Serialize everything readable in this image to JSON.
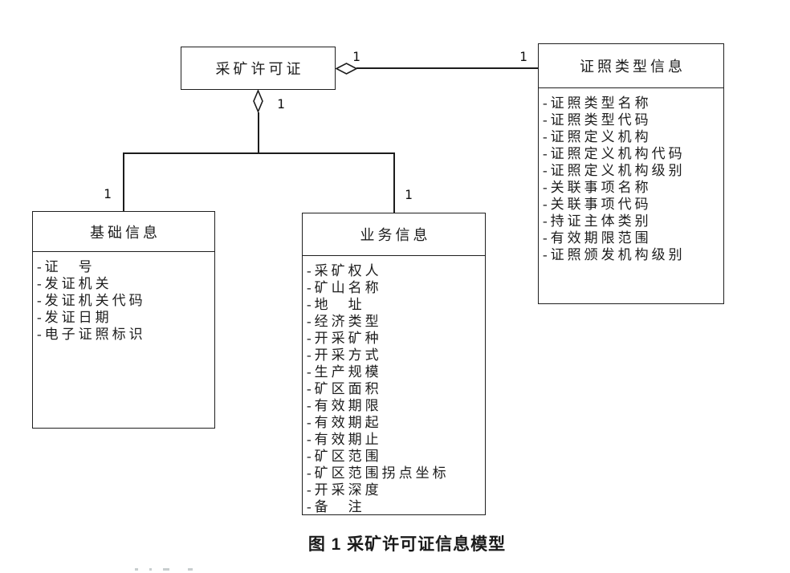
{
  "diagram": {
    "caption": "图 1 采矿许可证信息模型",
    "entities": [
      {
        "id": "license",
        "title": "采矿许可证",
        "attributes": []
      },
      {
        "id": "basic",
        "title": "基础信息",
        "attributes": [
          "-证　号",
          "-发证机关",
          "-发证机关代码",
          "-发证日期",
          "-电子证照标识"
        ]
      },
      {
        "id": "business",
        "title": "业务信息",
        "attributes": [
          "-采矿权人",
          "-矿山名称",
          "-地　址",
          "-经济类型",
          "-开采矿种",
          "-开采方式",
          "-生产规模",
          "-矿区面积",
          "-有效期限",
          "-有效期起",
          "-有效期止",
          "-矿区范围",
          "-矿区范围拐点坐标",
          "-开采深度",
          "-备　注"
        ]
      },
      {
        "id": "license_type",
        "title": "证照类型信息",
        "attributes": [
          "-证照类型名称",
          "-证照类型代码",
          "-证照定义机构",
          "-证照定义机构代码",
          "-证照定义机构级别",
          "-关联事项名称",
          "-关联事项代码",
          "-持证主体类别",
          "-有效期限范围",
          "-证照颁发机构级别"
        ]
      }
    ],
    "relationships": [
      {
        "type": "aggregation",
        "from": "采矿许可证",
        "to": "证照类型信息",
        "from_multiplicity": "1",
        "to_multiplicity": "1"
      },
      {
        "type": "aggregation",
        "from": "采矿许可证",
        "to": "基础信息",
        "from_multiplicity": "1",
        "to_multiplicity": "1"
      },
      {
        "type": "aggregation",
        "from": "采矿许可证",
        "to": "业务信息",
        "from_multiplicity": "1",
        "to_multiplicity": "1"
      }
    ],
    "colors": {
      "line": "#1c1c1c",
      "text": "#1c1c1c",
      "background": "#ffffff"
    }
  }
}
